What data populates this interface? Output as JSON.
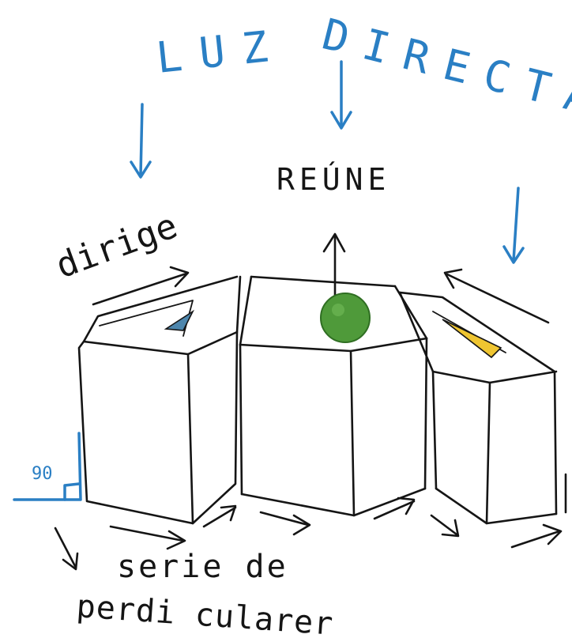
{
  "title": {
    "word1": "LUZ",
    "word2": "DIRECTA"
  },
  "labels": {
    "reune": "REÚNE",
    "dirige": "dirige",
    "angle": "90",
    "caption_line1": "serie de",
    "caption_line2": "perdi cularer"
  },
  "colors": {
    "paper": "#ffffff",
    "ink": "#151515",
    "light_blue": "#2a7fc4",
    "green_sphere": "#4f9a3a",
    "blue_triangle": "#4d86ad",
    "yellow_triangle": "#efc531"
  },
  "icons": {
    "light_arrow": "arrow-down-icon",
    "sphere": "green-circle-icon"
  }
}
